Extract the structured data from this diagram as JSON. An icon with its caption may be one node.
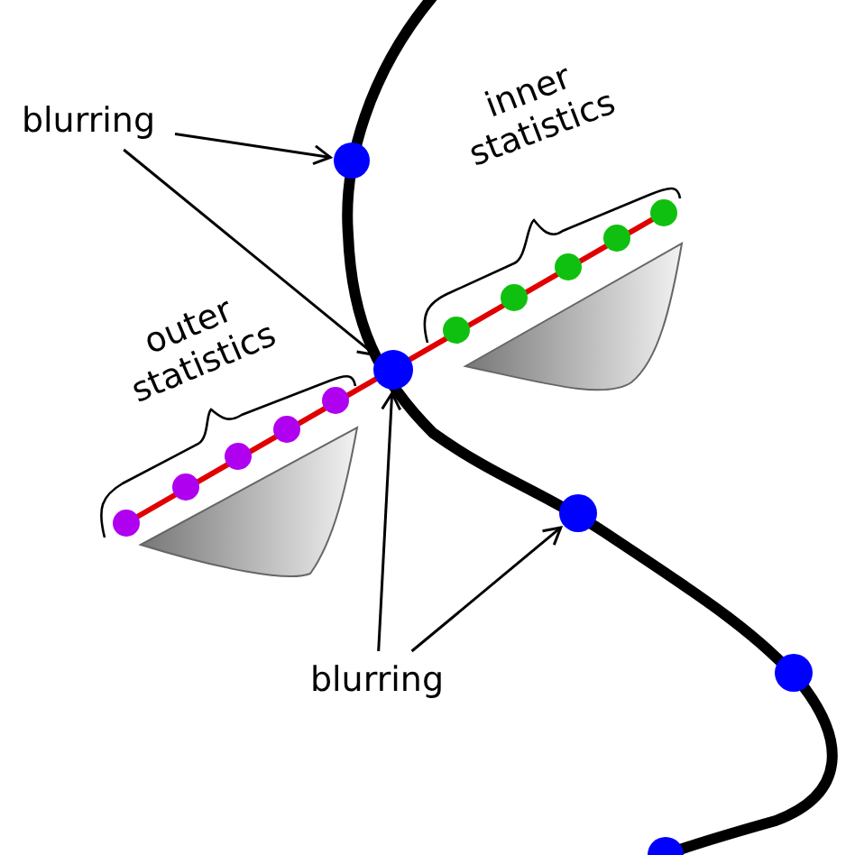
{
  "diagram": {
    "nodes": [
      {
        "text": [
          "blurring"
        ]
      },
      {
        "text": [],
        "shape": "circle"
      },
      {
        "text": [],
        "shape": "circle"
      },
      {
        "text": [
          "blurring"
        ]
      },
      {
        "text": [],
        "shape": "circle"
      }
    ],
    "edges": [
      {
        "from": 0,
        "to": 1,
        "arrow": "to"
      },
      {
        "from": 0,
        "to": 2,
        "arrow": "to"
      },
      {
        "from": 3,
        "to": 2,
        "arrow": "to"
      },
      {
        "from": 3,
        "to": 4,
        "arrow": "to"
      }
    ],
    "labels": [
      "inner statistics",
      "outer statistics"
    ]
  }
}
